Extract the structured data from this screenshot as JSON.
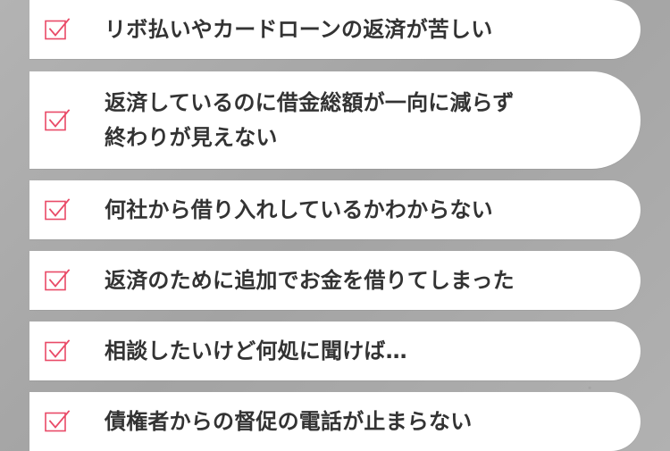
{
  "checklist": {
    "accent_color": "#e94a67",
    "icon": "checkbox-check-icon",
    "items": [
      {
        "lines": [
          "リボ払いやカードローンの返済が苦しい"
        ]
      },
      {
        "lines": [
          "返済しているのに借金総額が一向に減らず",
          "終わりが見えない"
        ]
      },
      {
        "lines": [
          "何社から借り入れしているかわからない"
        ]
      },
      {
        "lines": [
          "返済のために追加でお金を借りてしまった"
        ]
      },
      {
        "lines": [
          "相談したいけど何処に聞けば…"
        ]
      },
      {
        "lines": [
          "債権者からの督促の電話が止まらない"
        ]
      }
    ]
  }
}
